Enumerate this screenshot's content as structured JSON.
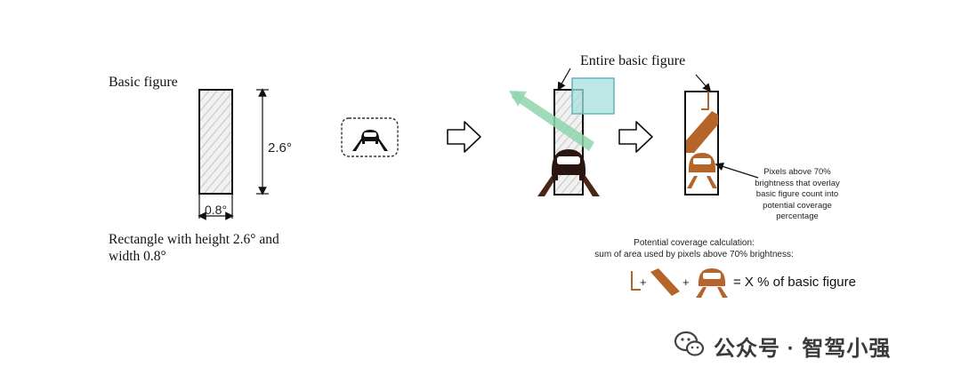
{
  "labels": {
    "basic_figure": "Basic figure",
    "rectangle_caption": "Rectangle with height 2.6° and width 0.8°",
    "height": "2.6°",
    "width": "0.8°",
    "entire_basic_figure": "Entire basic figure",
    "pixels_note": "Pixels above 70% brightness that overlay basic figure count into potential coverage percentage",
    "calc_line1": "Potential coverage calculation:",
    "calc_line2": "sum of area used by pixels above 70% brightness:",
    "plus": "+",
    "equation": "= X % of basic figure"
  },
  "watermark": {
    "text": "公众号 · 智驾小强",
    "icon": "wechat-icon"
  },
  "colors": {
    "outline": "#111111",
    "hatch": "#cfcfcf",
    "highlight_brown": "#b5652a",
    "stripe_green": "#8fd6ad",
    "box_teal": "#a8dfe0",
    "box_teal_stroke": "#5fb8bb"
  }
}
